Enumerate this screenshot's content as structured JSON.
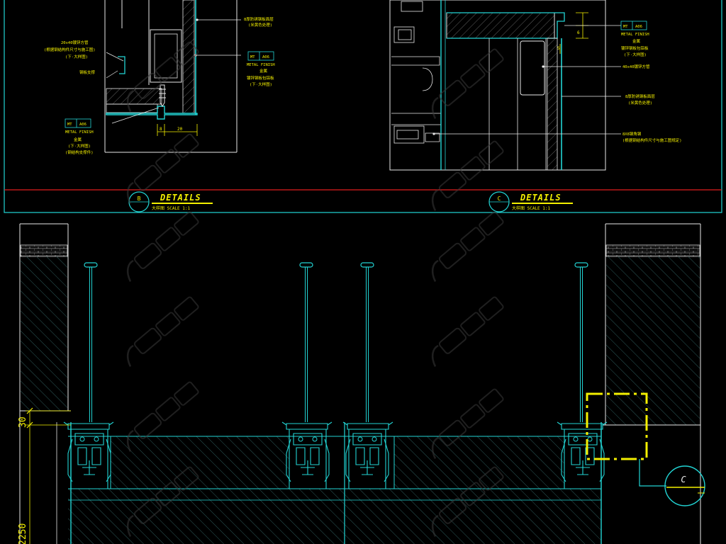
{
  "colors": {
    "background": "#000000",
    "cyan": "#22d4d4",
    "teal": "#0f8f8f",
    "white": "#e8e8e8",
    "yellow": "#f4f000",
    "red": "#e01c1c",
    "hatch": "#7a7a7a",
    "watermark": "#3a3a3a"
  },
  "detail_b": {
    "bubble": "B",
    "title": "DETAILS",
    "subtitle": "大样图 SCALE 1:1",
    "notes": {
      "upper_right": [
        "8厚防锈钢板面层",
        "(米黄色处理)"
      ],
      "left": [
        "20x40镀锌方管",
        "(根据钢结构件尺寸与施工图)",
        "(下·大样图)"
      ],
      "left_small": "钢板支撑",
      "mid_tag": [
        "MT",
        "A06"
      ],
      "mid_finish": "METAL FINISH",
      "mid_cn": [
        "金属",
        "镀锌钢板包铝板",
        "(下·大样图)"
      ],
      "bottom_tag": [
        "MT",
        "A06"
      ],
      "bottom_finish": "METAL FINISH",
      "bottom_cn": [
        "金属",
        "(下·大样图)",
        "(钢结构支撑件)"
      ]
    },
    "dim_a": "8",
    "dim_b": "20"
  },
  "detail_c": {
    "bubble": "C",
    "title": "DETAILS",
    "subtitle": "大样图 SCALE 1:1",
    "notes": {
      "tag": [
        "MT",
        "A06"
      ],
      "finish": "METAL FINISH",
      "cn": [
        "金属",
        "镀锌钢板包铝板",
        "(下·大样图)"
      ],
      "pipe": "40x40镀锌方管",
      "panel": [
        "8厚防锈钢板面层",
        "(米黄色处理)"
      ],
      "base": [
        "8X8钢角钢",
        "(根据钢结构件尺寸与施工图规定)"
      ]
    },
    "dim_a": "6",
    "dim_b": "5"
  },
  "plan": {
    "callout": "C",
    "dim_top": "30",
    "dim_side": "2250"
  }
}
